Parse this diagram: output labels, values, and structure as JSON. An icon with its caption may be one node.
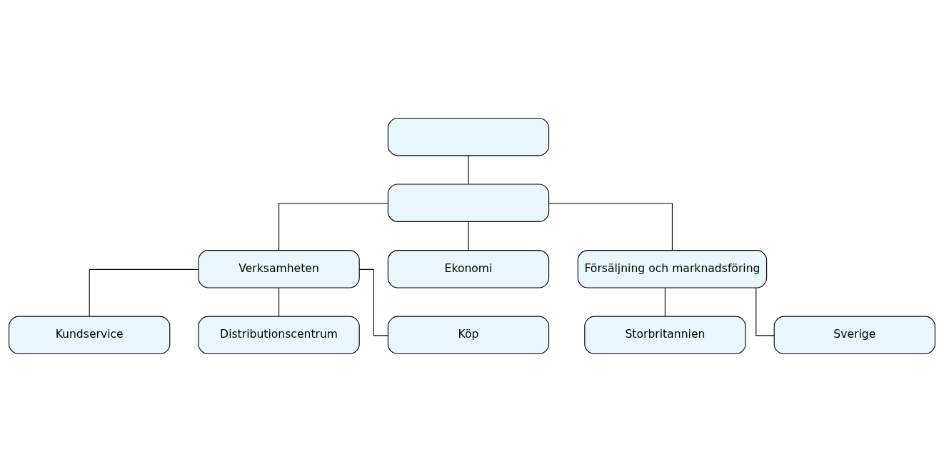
{
  "diagram": {
    "nodes": [
      {
        "text": [],
        "shape": "box"
      },
      {
        "text": [],
        "shape": "box"
      },
      {
        "text": [
          "Verksamheten"
        ]
      },
      {
        "text": [
          "Ekonomi"
        ]
      },
      {
        "text": [
          "Försäljning och marknadsföring"
        ]
      },
      {
        "text": [
          "Kundservice"
        ]
      },
      {
        "text": [
          "Distributionscentrum"
        ]
      },
      {
        "text": [
          "Köp"
        ]
      },
      {
        "text": [
          "Storbritannien"
        ]
      },
      {
        "text": [
          "Sverige"
        ]
      }
    ],
    "edges": [
      {
        "from": 0,
        "to": 1,
        "arrow": "none"
      },
      {
        "from": 1,
        "to": 2,
        "arrow": "none"
      },
      {
        "from": 1,
        "to": 3,
        "arrow": "none"
      },
      {
        "from": 1,
        "to": 4,
        "arrow": "none"
      },
      {
        "from": 2,
        "to": 5,
        "arrow": "none"
      },
      {
        "from": 2,
        "to": 6,
        "arrow": "none"
      },
      {
        "from": 2,
        "to": 7,
        "arrow": "none"
      },
      {
        "from": 4,
        "to": 8,
        "arrow": "none"
      },
      {
        "from": 4,
        "to": 9,
        "arrow": "none"
      }
    ]
  }
}
